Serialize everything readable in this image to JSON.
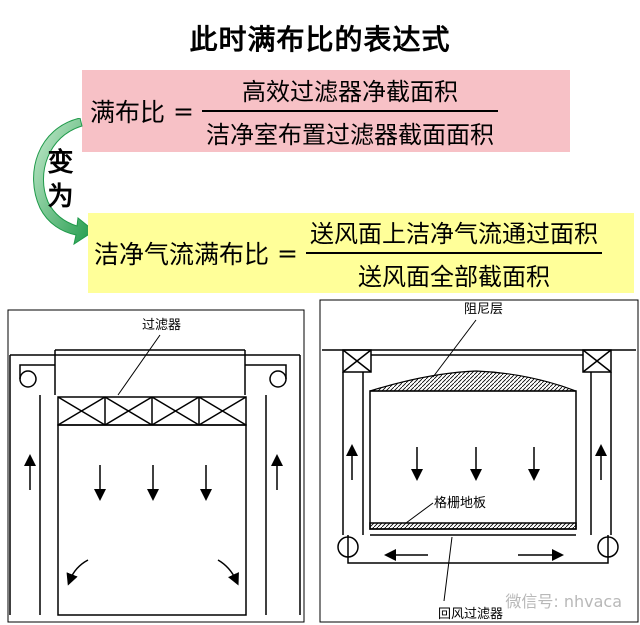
{
  "title": "此时满布比的表达式",
  "formula1": {
    "lhs": "满布比",
    "eq": "=",
    "numerator": "高效过滤器净截面积",
    "denominator": "洁净室布置过滤器截面面积"
  },
  "transition": "变为",
  "formula2": {
    "lhs": "洁净气流满布比",
    "eq": "=",
    "numerator": "送风面上洁净气流通过面积",
    "denominator": "送风面全部截面积"
  },
  "left_diagram": {
    "filter_label": "过滤器"
  },
  "right_diagram": {
    "damping_label": "阻尼层",
    "floor_label": "格栅地板",
    "return_label": "回风过滤器"
  },
  "watermark": "微信号: nhvaca",
  "colors": {
    "box1": "#f7c1c6",
    "box2": "#ffff99",
    "arrow": "#1f9a4a"
  }
}
